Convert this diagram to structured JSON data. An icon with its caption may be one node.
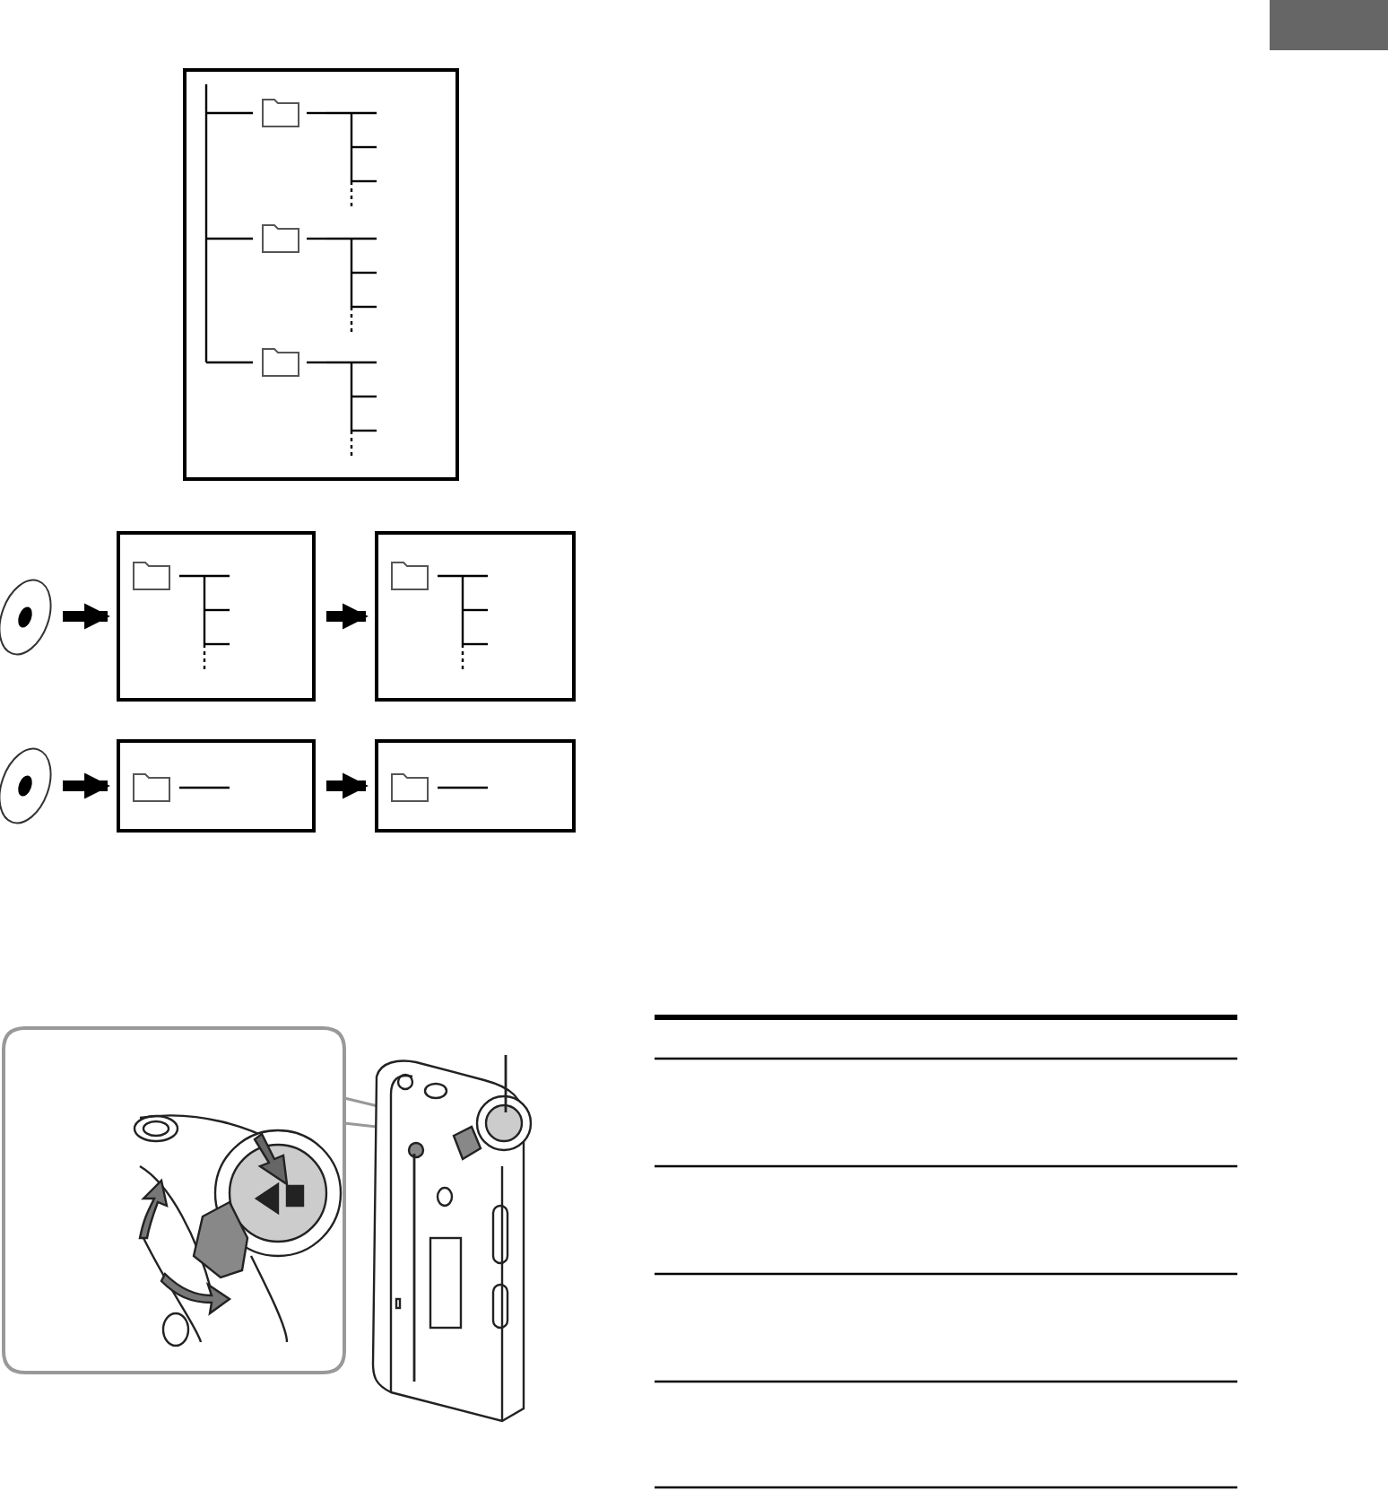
{
  "diagram": {
    "nodes": [
      {
        "text": [],
        "shape": "box"
      },
      {
        "text": [],
        "shape": "circle"
      },
      {
        "text": [],
        "shape": "box"
      },
      {
        "text": [],
        "shape": "box"
      },
      {
        "text": [],
        "shape": "circle"
      },
      {
        "text": [],
        "shape": "box"
      },
      {
        "text": [],
        "shape": "box"
      }
    ],
    "edges": [
      {
        "from": 1,
        "to": 2,
        "arrow": "to"
      },
      {
        "from": 2,
        "to": 3,
        "arrow": "to"
      },
      {
        "from": 4,
        "to": 5,
        "arrow": "to"
      },
      {
        "from": 5,
        "to": 6,
        "arrow": "to"
      }
    ]
  }
}
